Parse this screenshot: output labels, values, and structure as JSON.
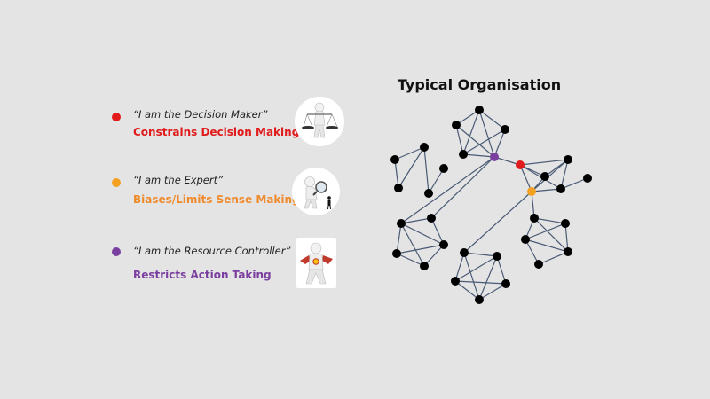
{
  "roles": [
    {
      "quote": "“I am the Decision Maker”",
      "effect": "Constrains Decision Making",
      "dot_color": "#e11b1b",
      "effect_color": "#e11b1b",
      "icon": "scales-of-justice-figure-icon"
    },
    {
      "quote": "“I am the Expert”",
      "effect": "Biases/Limits Sense Making",
      "dot_color": "#f4a020",
      "effect_color": "#ef8a2c",
      "icon": "magnifying-glass-figure-icon"
    },
    {
      "quote": "“I am the Resource Controller”",
      "effect": "Restricts Action Taking",
      "dot_color": "#7b3fa0",
      "effect_color": "#7b3fa0",
      "icon": "superhero-figure-icon"
    }
  ],
  "network": {
    "title": "Typical Organisation",
    "colors": {
      "node": "#000000",
      "edge": "#4a5a75",
      "decision_maker": "#e11b1b",
      "expert": "#f4a020",
      "resource_controller": "#7b3fa0"
    }
  }
}
